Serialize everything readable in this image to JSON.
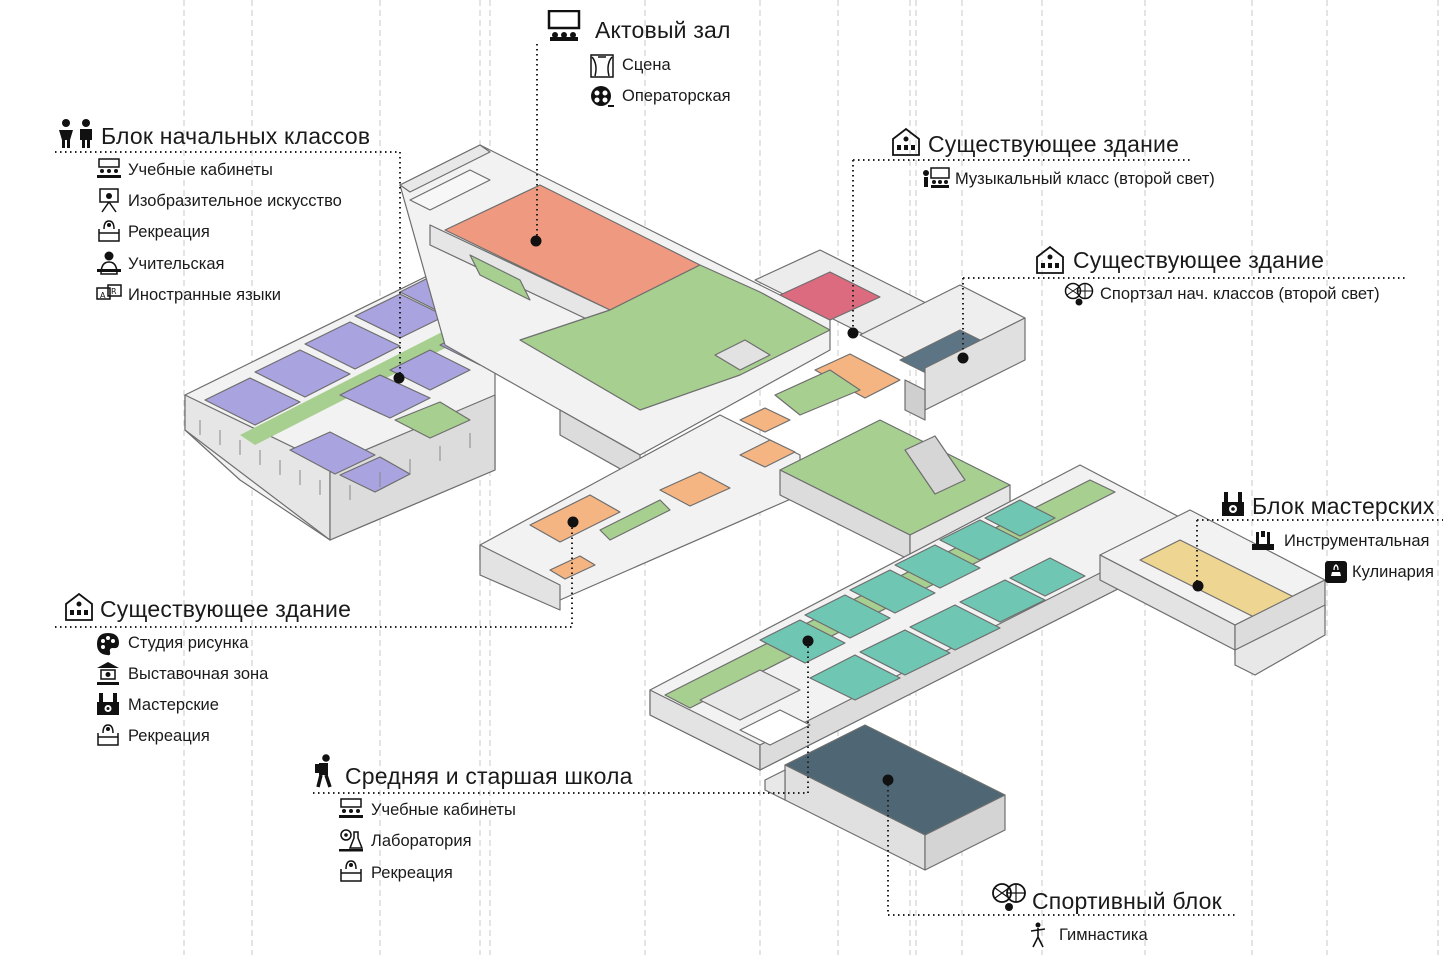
{
  "colors": {
    "assembly": "#ef9a80",
    "corridor": "#a7cf8f",
    "primary_classes": "#a9a4e0",
    "music": "#dc6b7f",
    "gym_small": "#5d7484",
    "orange_rooms": "#f4b583",
    "middle_classes": "#6fc7b3",
    "workshops": "#efd592",
    "sports": "#4f6775"
  },
  "groups": {
    "assembly": {
      "title": "Актовый зал",
      "icon": "stage-icon",
      "items": [
        {
          "label": "Сцена",
          "icon": "curtain-icon"
        },
        {
          "label": "Операторская",
          "icon": "film-reel-icon"
        }
      ]
    },
    "primary": {
      "title": "Блок начальных классов",
      "icon": "children-icon",
      "items": [
        {
          "label": "Учебные кабинеты",
          "icon": "classroom-icon"
        },
        {
          "label": "Изобразительное искусство",
          "icon": "easel-icon"
        },
        {
          "label": "Рекреация",
          "icon": "armchair-icon"
        },
        {
          "label": "Учительская",
          "icon": "teacher-icon"
        },
        {
          "label": "Иностранные языки",
          "icon": "languages-icon"
        }
      ]
    },
    "existing1": {
      "title": "Существующее здание",
      "icon": "building-icon",
      "items": [
        {
          "label": "Музыкальный класс (второй свет)",
          "icon": "music-class-icon"
        }
      ]
    },
    "existing2": {
      "title": "Существующее здание",
      "icon": "building-icon",
      "items": [
        {
          "label": "Спортзал нач. классов (второй свет)",
          "icon": "sports-balls-icon"
        }
      ]
    },
    "workshops": {
      "title": "Блок мастерских",
      "icon": "workshop-icon",
      "items": [
        {
          "label": "Инструментальная",
          "icon": "tools-icon"
        },
        {
          "label": "Кулинария",
          "icon": "cooking-icon"
        }
      ]
    },
    "existing3": {
      "title": "Существующее здание",
      "icon": "building-icon",
      "items": [
        {
          "label": "Студия рисунка",
          "icon": "palette-icon"
        },
        {
          "label": "Выставочная зона",
          "icon": "exhibition-icon"
        },
        {
          "label": "Мастерские",
          "icon": "workshop-icon"
        },
        {
          "label": "Рекреация",
          "icon": "armchair-icon"
        }
      ]
    },
    "middle": {
      "title": "Средняя и старшая школа",
      "icon": "student-icon",
      "items": [
        {
          "label": "Учебные кабинеты",
          "icon": "classroom-icon"
        },
        {
          "label": "Лаборатория",
          "icon": "lab-icon"
        },
        {
          "label": "Рекреация",
          "icon": "armchair-icon"
        }
      ]
    },
    "sports": {
      "title": "Спортивный блок",
      "icon": "sports-balls-icon",
      "items": [
        {
          "label": "Гимнастика",
          "icon": "gymnast-icon"
        }
      ]
    }
  }
}
